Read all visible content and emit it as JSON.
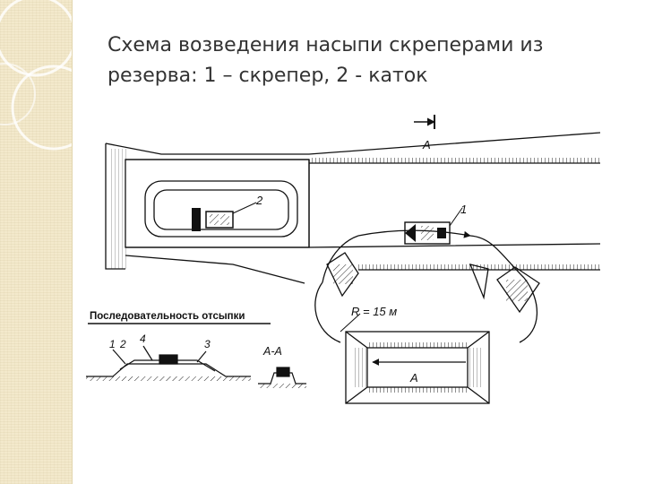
{
  "slide": {
    "title": "Схема возведения насыпи скреперами из резерва: 1 – скрепер, 2 - каток"
  },
  "diagram": {
    "section_marker_top": "A",
    "callout_roller": "2",
    "callout_scraper": "1",
    "radius_label": "R = 15 м",
    "reserve_label": "A",
    "sequence_heading": "Последовательность отсыпки",
    "sequence_labels": [
      "1",
      "2",
      "4",
      "3"
    ],
    "section_title": "A-A"
  },
  "colors": {
    "background": "#ffffff",
    "title": "#333333",
    "strip": "#f3e9cc",
    "ink": "#111111"
  }
}
